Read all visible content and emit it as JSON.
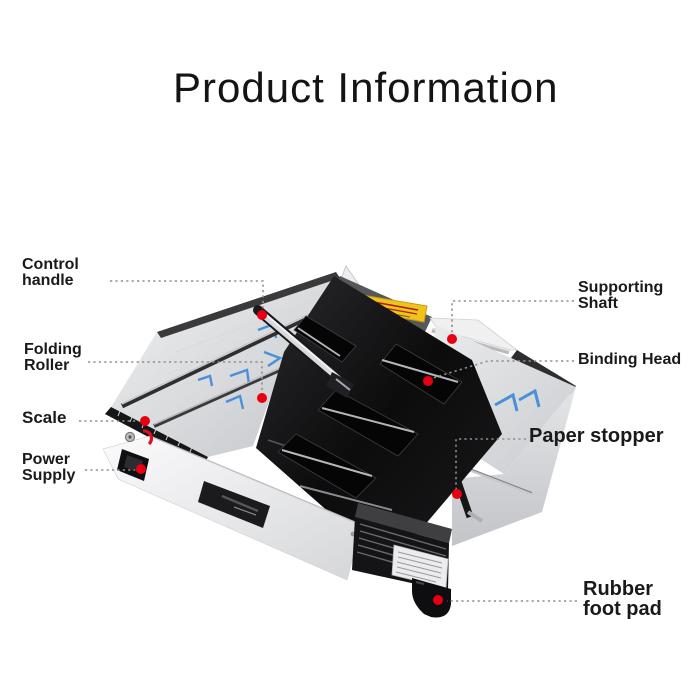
{
  "title": "Product Information",
  "colors": {
    "marker_dot": "#e60012",
    "leader_line": "#8f8f8f",
    "blue_marks": "#4a90d9",
    "warning_label": "#f2c21c",
    "label_text": "#1a1a1a"
  },
  "annotations": {
    "control_handle": {
      "line1": "Control",
      "line2": "handle"
    },
    "folding_roller": {
      "line1": "Folding",
      "line2": "Roller"
    },
    "scale": {
      "line1": "Scale"
    },
    "power_supply": {
      "line1": "Power",
      "line2": "Supply"
    },
    "supporting_shaft": {
      "line1": "Supporting",
      "line2": "Shaft"
    },
    "binding_head": {
      "line1": "Binding Head"
    },
    "paper_stopper": {
      "line1": "Paper stopper"
    },
    "rubber_foot_pad": {
      "line1": "Rubber",
      "line2": "foot pad"
    }
  }
}
